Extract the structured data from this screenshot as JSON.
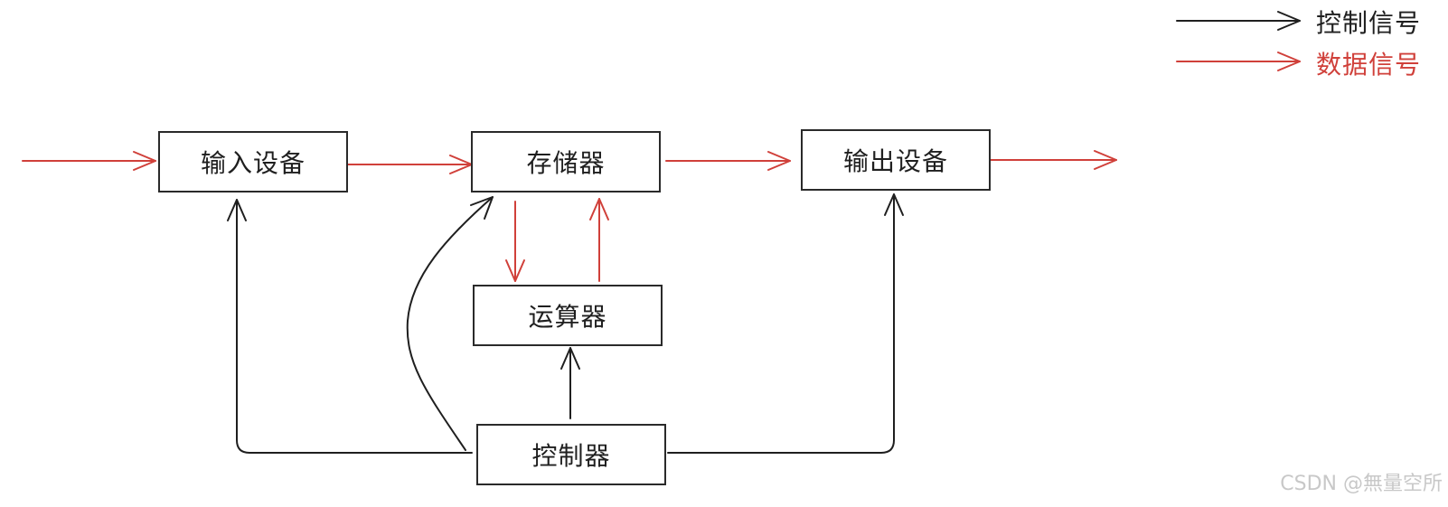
{
  "legend": {
    "control_label": "控制信号",
    "data_label": "数据信号"
  },
  "nodes": {
    "input": "输入设备",
    "memory": "存储器",
    "output": "输出设备",
    "alu": "运算器",
    "controller": "控制器"
  },
  "watermark": "CSDN @無量空所",
  "colors": {
    "control": "#1f1f1f",
    "data": "#d0403a"
  }
}
